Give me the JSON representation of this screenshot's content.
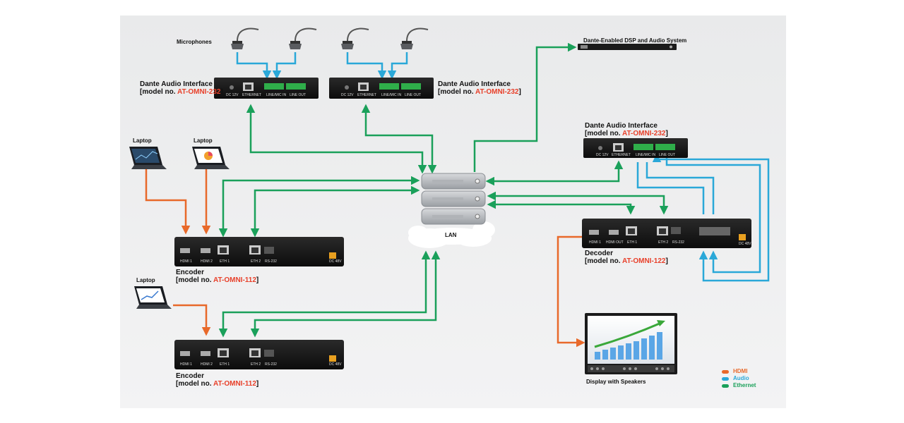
{
  "labels": {
    "microphones": "Microphones",
    "dsp": "Dante-Enabled DSP and Audio System",
    "lan": "LAN",
    "laptop1": "Laptop",
    "laptop2": "Laptop",
    "laptop3": "Laptop",
    "display": "Display with Speakers"
  },
  "devices": {
    "dai_left": {
      "title": "Dante Audio Interface",
      "model_prefix": "[model no. ",
      "model": "AT-OMNI-232",
      "model_suffix": "]"
    },
    "dai_mid": {
      "title": "Dante Audio Interface",
      "model_prefix": "[model no. ",
      "model": "AT-OMNI-232",
      "model_suffix": "]"
    },
    "dai_right": {
      "title": "Dante Audio Interface",
      "model_prefix": "[model no. ",
      "model": "AT-OMNI-232",
      "model_suffix": "]"
    },
    "encoder1": {
      "title": "Encoder",
      "model_prefix": "[model no. ",
      "model": "AT-OMNI-112",
      "model_suffix": "]"
    },
    "encoder2": {
      "title": "Encoder",
      "model_prefix": "[model no. ",
      "model": "AT-OMNI-112",
      "model_suffix": "]"
    },
    "decoder": {
      "title": "Decoder",
      "model_prefix": "[model no. ",
      "model": "AT-OMNI-122",
      "model_suffix": "]"
    }
  },
  "port_labels": {
    "dc": "DC 12V",
    "ethernet": "ETHERNET",
    "line_mic_in": "LINE/MIC IN",
    "line_out": "LINE OUT",
    "hdmi1": "HDMI 1",
    "hdmi2": "HDMI 2",
    "hdmi_out": "HDMI OUT",
    "eth1": "ETH 1",
    "eth2": "ETH 2",
    "rs232": "RS-232",
    "dc48": "DC 48V"
  },
  "legend": [
    {
      "label": "HDMI",
      "color": "#e8692a"
    },
    {
      "label": "Audio",
      "color": "#2aa8d8"
    },
    {
      "label": "Ethernet",
      "color": "#1aa05a"
    }
  ],
  "colors": {
    "hdmi": "#e8692a",
    "audio": "#2aa8d8",
    "ethernet": "#1aa05a",
    "model_red": "#e8402a"
  }
}
